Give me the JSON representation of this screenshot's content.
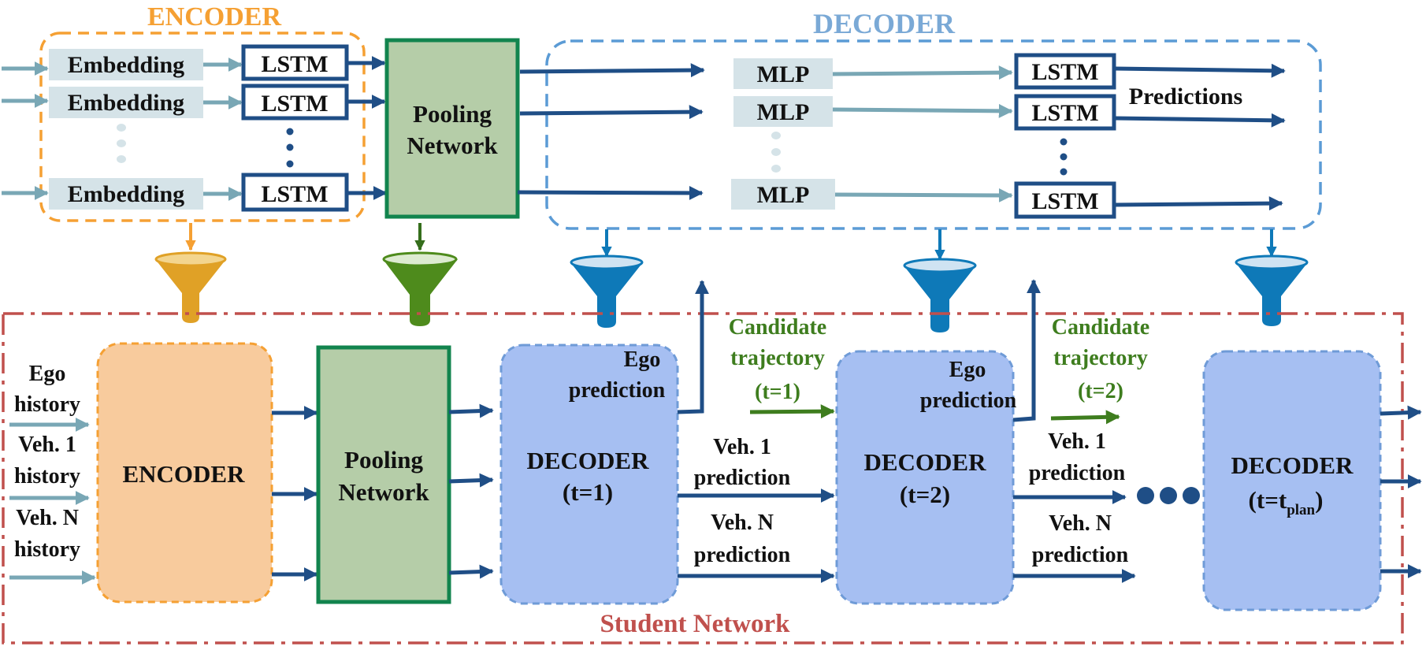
{
  "top": {
    "encoder_title": "ENCODER",
    "decoder_title": "DECODER",
    "embedding_label": "Embedding",
    "lstm_label": "LSTM",
    "pooling_line1": "Pooling",
    "pooling_line2": "Network",
    "mlp_label": "MLP",
    "predictions_label": "Predictions"
  },
  "bottom": {
    "network_title": "Student Network",
    "inputs": [
      {
        "line1": "Ego",
        "line2": "history"
      },
      {
        "line1": "Veh. 1",
        "line2": "history"
      },
      {
        "line1": "Veh. N",
        "line2": "history"
      }
    ],
    "encoder_label": "ENCODER",
    "pooling_line1": "Pooling",
    "pooling_line2": "Network",
    "decoders": [
      {
        "title": "DECODER",
        "step": "(t=1)"
      },
      {
        "title": "DECODER",
        "step": "(t=2)"
      },
      {
        "title": "DECODER",
        "step_prefix": "(t=t",
        "step_sub": "plan",
        "step_suffix": ")"
      }
    ],
    "ego_prediction": {
      "line1": "Ego",
      "line2": "prediction"
    },
    "veh1_prediction": {
      "line1": "Veh. 1",
      "line2": "prediction"
    },
    "vehN_prediction": {
      "line1": "Veh. N",
      "line2": "prediction"
    },
    "candidates": [
      {
        "line1": "Candidate",
        "line2": "trajectory",
        "line3": "(t=1)"
      },
      {
        "line1": "Candidate",
        "line2": "trajectory",
        "line3": "(t=2)"
      }
    ]
  },
  "colors": {
    "encoder_orange": "#F5A033",
    "decoder_blue": "#5B9BD5",
    "navy": "#1F4E86",
    "teal_arrow": "#79A7B5",
    "embedding_fill": "#D5E3E8",
    "pooling_fill": "#B5CDA8",
    "pooling_border": "#12844E",
    "student_red": "#C0504D",
    "candidate_green": "#3E7D1E",
    "funnel_gold": "#E0A126",
    "funnel_green": "#4E8B1C",
    "funnel_blue": "#0E79B8",
    "student_encoder_fill": "#F8CB9D",
    "student_decoder_fill": "#A6BFF2"
  }
}
